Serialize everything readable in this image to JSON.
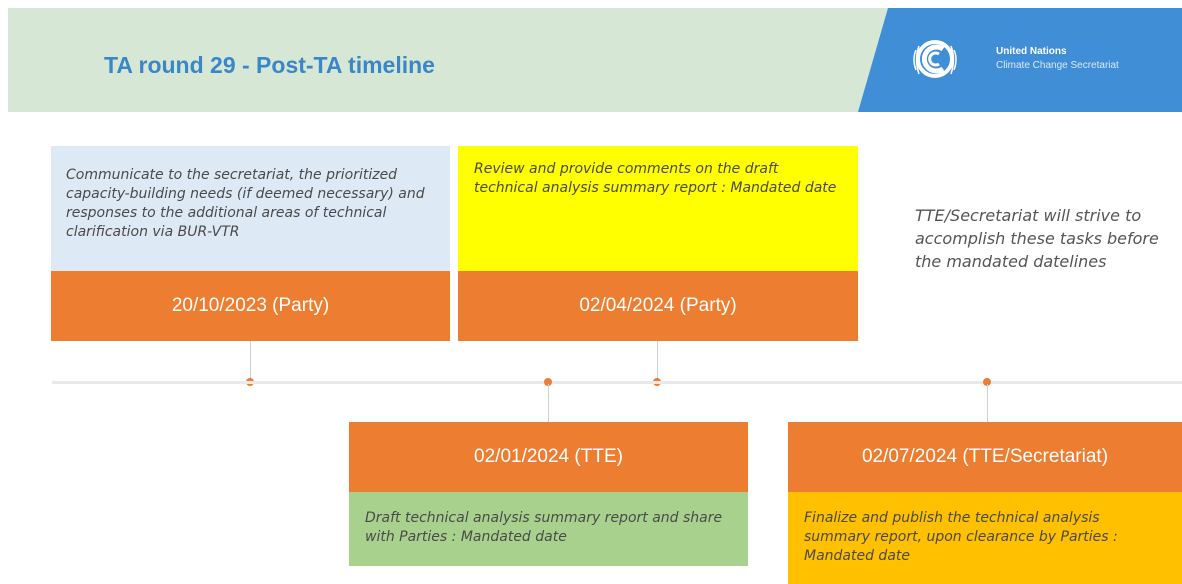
{
  "header": {
    "title": "TA round 29 - Post-TA timeline",
    "org_name": "United Nations",
    "org_subtitle": "Climate Change Secretariat",
    "logo_icon": "unfccc-emblem-icon"
  },
  "milestones": [
    {
      "date_label": "20/10/2023 (Party)",
      "description": "Communicate to the secretariat, the prioritized capacity-building needs (if deemed necessary) and responses to the additional areas of technical clarification via BUR-VTR"
    },
    {
      "date_label": "02/04/2024 (Party)",
      "description": "Review and provide comments on the draft technical analysis summary report : Mandated date"
    },
    {
      "date_label": "02/01/2024 (TTE)",
      "description": "Draft technical analysis summary report and share with Parties : Mandated date"
    },
    {
      "date_label": "02/07/2024 (TTE/Secretariat)",
      "description": "Finalize and publish the technical analysis summary report, upon clearance by Parties : Mandated date"
    }
  ],
  "note": "TTE/Secretariat will strive to accomplish these tasks before the mandated datelines",
  "colors": {
    "accent_orange": "#ed7d31",
    "title_blue": "#3a86c8",
    "banner_green": "#d6e8d5",
    "un_blue": "#3f8ed6",
    "desc_blue": "#dde9f5",
    "desc_yellow": "#ffff00",
    "desc_green": "#a9d18e",
    "desc_gold": "#ffc000"
  }
}
